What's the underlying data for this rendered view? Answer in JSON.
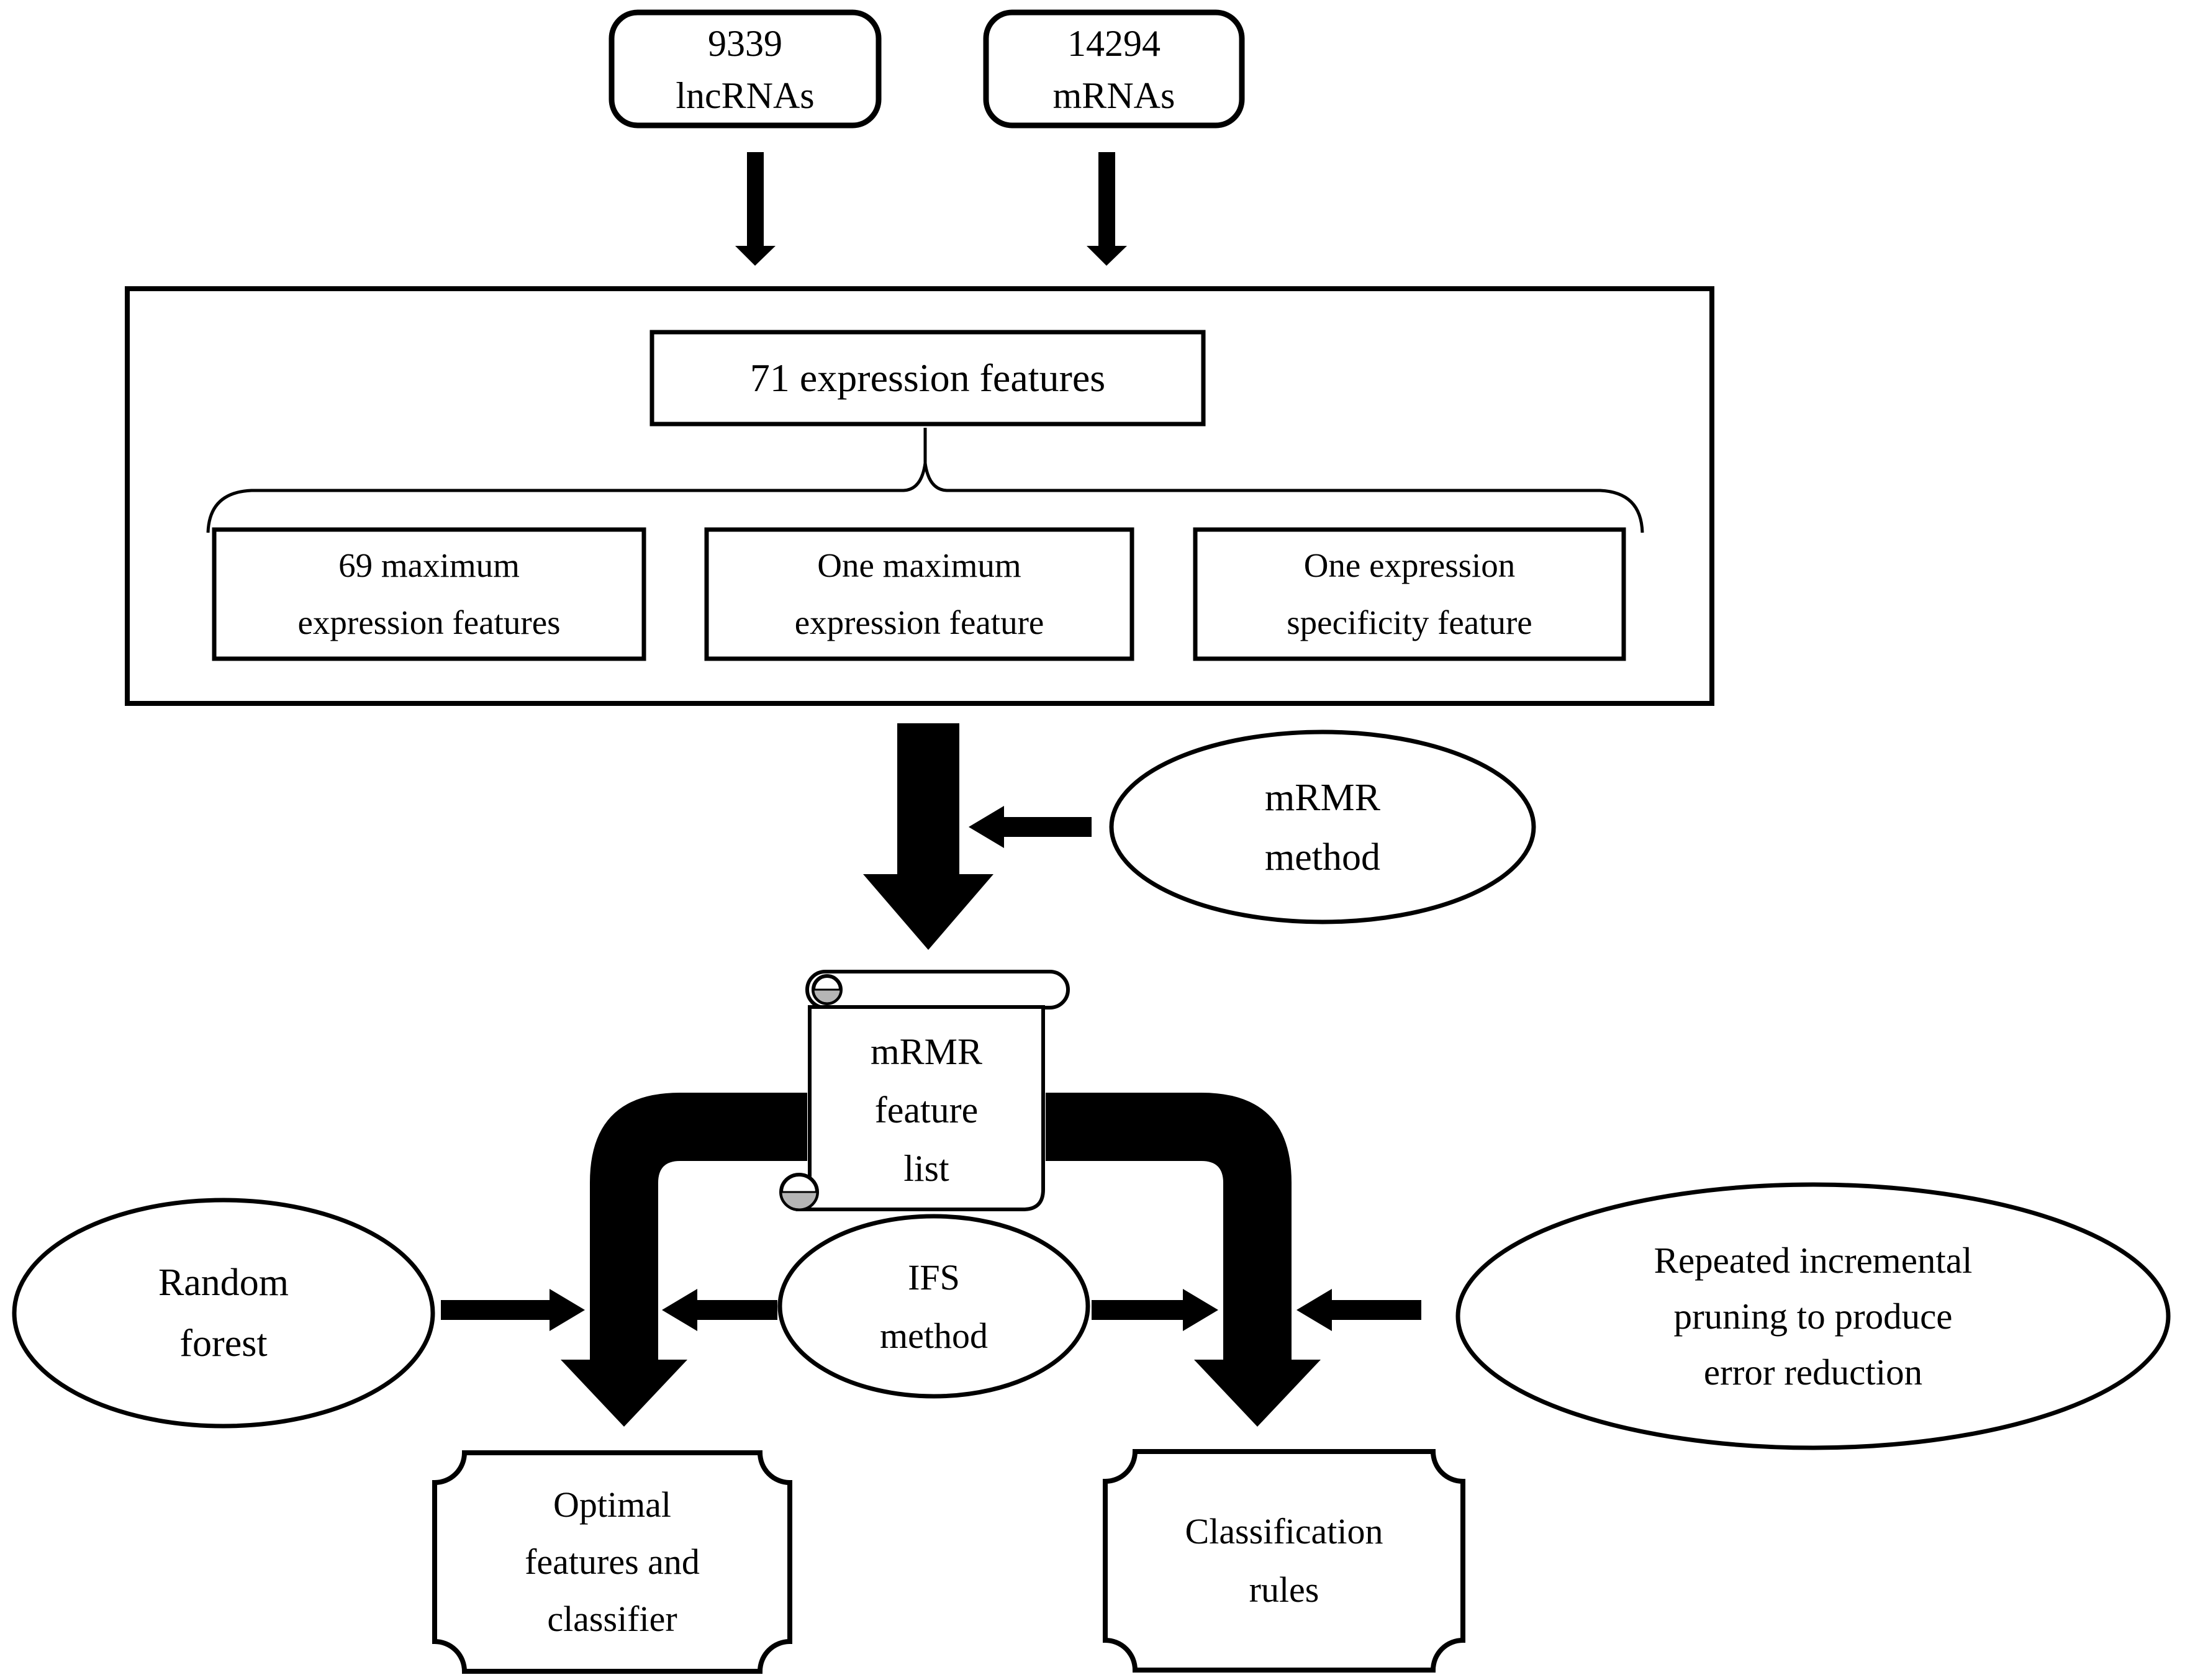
{
  "diagram": {
    "title": "lncRNA / mRNA expression feature classification workflow",
    "background_color": "#ffffff",
    "ink_color": "#000000"
  },
  "nodes": {
    "lncrna_box": {
      "shape": "rounded-rectangle",
      "lines": [
        "9339",
        "lncRNAs"
      ]
    },
    "mrna_box": {
      "shape": "rounded-rectangle",
      "lines": [
        "14294",
        "mRNAs"
      ]
    },
    "expression_features_box": {
      "shape": "rectangle",
      "label": "71 expression features"
    },
    "max_expression_features_box": {
      "shape": "rectangle",
      "lines": [
        "69 maximum",
        "expression features"
      ]
    },
    "one_max_expression_box": {
      "shape": "rectangle",
      "lines": [
        "One maximum",
        "expression feature"
      ]
    },
    "one_expression_specificity_box": {
      "shape": "rectangle",
      "lines": [
        "One expression",
        "specificity feature"
      ]
    },
    "mrmr_method_ellipse": {
      "shape": "ellipse",
      "lines": [
        "mRMR",
        "method"
      ]
    },
    "mrmr_feature_list_scroll": {
      "shape": "scroll",
      "lines": [
        "mRMR",
        "feature",
        "list"
      ]
    },
    "random_forest_ellipse": {
      "shape": "ellipse",
      "lines": [
        "Random",
        "forest"
      ]
    },
    "ifs_method_ellipse": {
      "shape": "ellipse",
      "lines": [
        "IFS",
        "method"
      ]
    },
    "ripper_ellipse": {
      "shape": "ellipse",
      "lines": [
        "Repeated incremental",
        "pruning to produce",
        "error reduction"
      ]
    },
    "optimal_features_badge": {
      "shape": "plaque",
      "lines": [
        "Optimal",
        "features and",
        "classifier"
      ]
    },
    "classification_rules_badge": {
      "shape": "plaque",
      "lines": [
        "Classification",
        "rules"
      ]
    }
  },
  "edges": {
    "lncrna_to_features": "down-arrow",
    "mrna_to_features": "down-arrow",
    "features_to_list": "thick-down-arrow",
    "mrmr_method_to_arrow": "left-arrow",
    "list_to_optimal": "curved-down-arrow",
    "list_to_rules": "curved-down-arrow",
    "random_forest_to_arrow": "right-arrow",
    "ifs_to_left_arrow": "left-arrow",
    "ifs_to_right_arrow": "right-arrow",
    "ripper_to_arrow": "left-arrow"
  }
}
